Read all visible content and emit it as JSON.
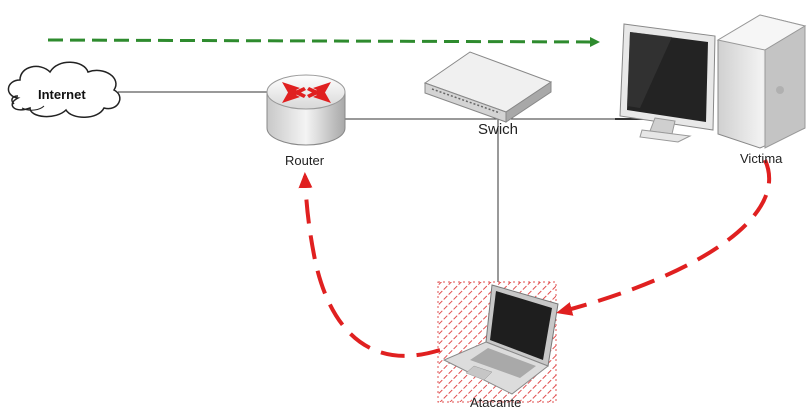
{
  "nodes": {
    "internet": {
      "label": "Internet",
      "icon": "cloud-icon"
    },
    "router": {
      "label": "Router",
      "icon": "router-icon"
    },
    "switch": {
      "label": "Swich",
      "icon": "switch-icon"
    },
    "victim": {
      "label": "Victima",
      "icon": "desktop-computer-icon"
    },
    "attacker": {
      "label": "Atacante",
      "icon": "laptop-icon"
    }
  },
  "arrows": {
    "normal_traffic": {
      "color": "#2e8b2e",
      "style": "dashed",
      "direction": "toward-victim"
    },
    "intercepted_traffic": {
      "color": "#e02020",
      "style": "dashed",
      "path": "victim-to-attacker-to-router"
    }
  },
  "colors": {
    "link": "#333333",
    "attacker_hatch": "#e05050"
  }
}
